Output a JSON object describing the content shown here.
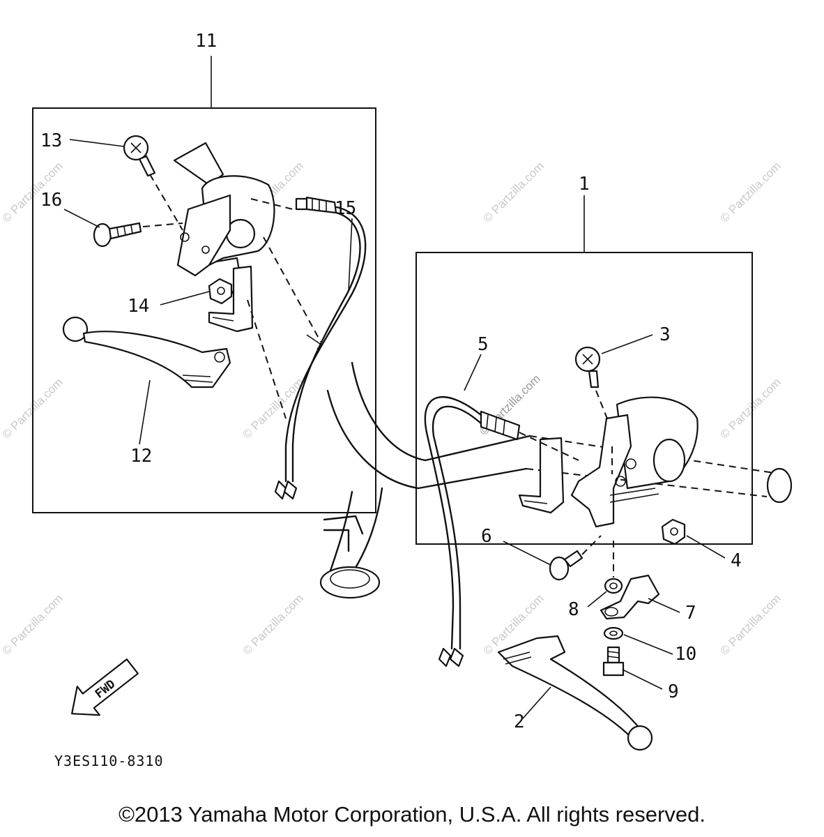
{
  "callouts": {
    "c1": "1",
    "c2": "2",
    "c3": "3",
    "c4": "4",
    "c5": "5",
    "c6": "6",
    "c7": "7",
    "c8": "8",
    "c9": "9",
    "c10": "10",
    "c11": "11",
    "c12": "12",
    "c13": "13",
    "c14": "14",
    "c15": "15",
    "c16": "16"
  },
  "fwd_label": "FWD",
  "diagram_code": "Y3ES110-8310",
  "watermark": "© Partzilla.com",
  "copyright": "©2013 Yamaha Motor Corporation, U.S.A. All rights reserved."
}
